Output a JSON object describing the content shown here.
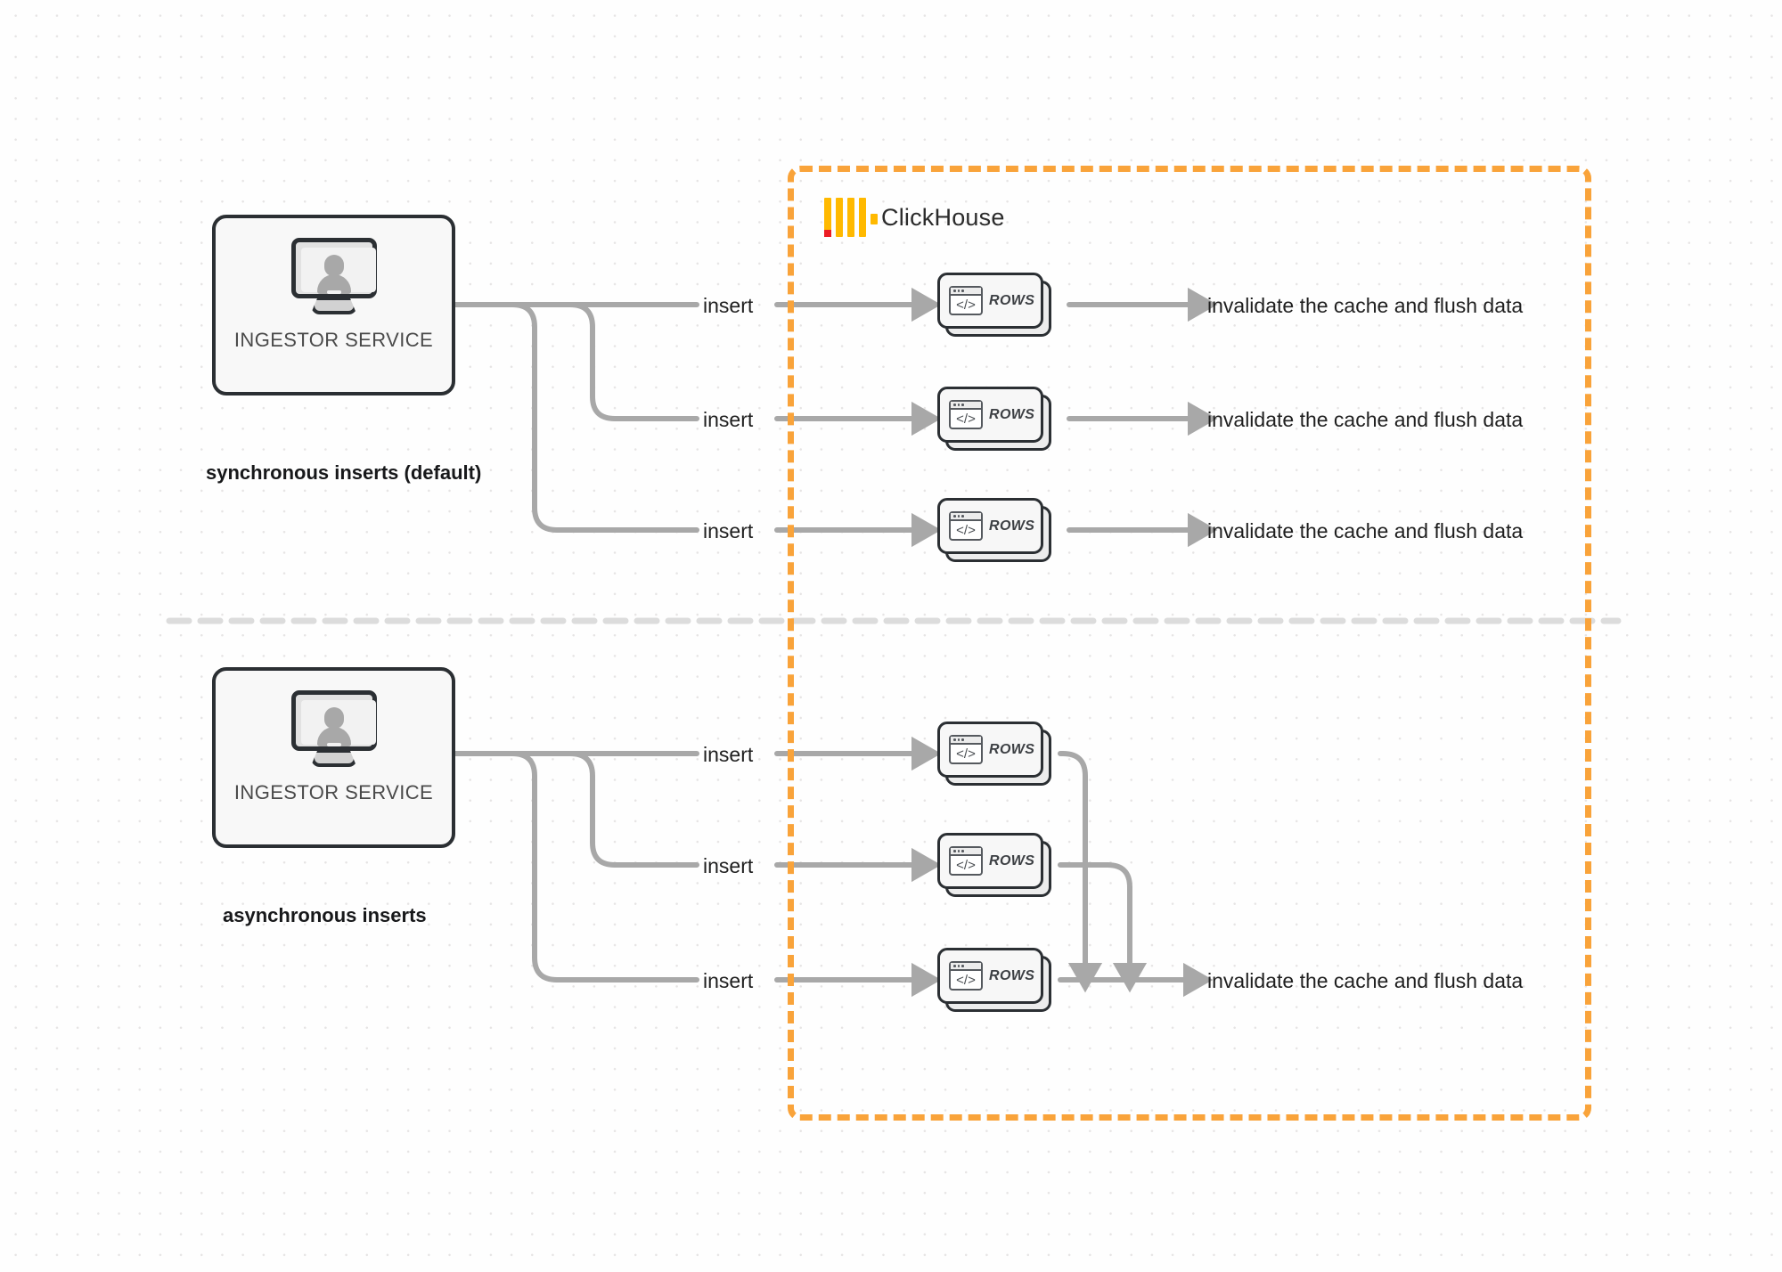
{
  "diagram": {
    "title": "ClickHouse synchronous vs asynchronous inserts",
    "background": {
      "color": "#fefefe",
      "dot_color": "#e6e4e4"
    },
    "divider": {
      "name": "section-divider",
      "style": "dashed",
      "color": "#d9d9d9"
    }
  },
  "boundary": {
    "label": "ClickHouse",
    "border_color": "#f9a33a",
    "logo": {
      "name": "clickhouse-logo",
      "bar_color": "#ffb900",
      "accent_color": "#ec1c24",
      "bars": 4
    }
  },
  "sections": [
    {
      "id": "sync",
      "caption": "synchronous inserts (default)",
      "source": {
        "label": "INGESTOR SERVICE",
        "icon": "monitor-user-icon"
      },
      "edges": [
        {
          "label": "insert"
        },
        {
          "label": "insert"
        },
        {
          "label": "insert"
        }
      ],
      "nodes": [
        {
          "label": "ROWS",
          "icon": "code-window-icon"
        },
        {
          "label": "ROWS",
          "icon": "code-window-icon"
        },
        {
          "label": "ROWS",
          "icon": "code-window-icon"
        }
      ],
      "outputs": [
        {
          "label": "invalidate the cache and flush data"
        },
        {
          "label": "invalidate the cache and flush data"
        },
        {
          "label": "invalidate the cache and flush data"
        }
      ]
    },
    {
      "id": "async",
      "caption": "asynchronous inserts",
      "source": {
        "label": "INGESTOR SERVICE",
        "icon": "monitor-user-icon"
      },
      "edges": [
        {
          "label": "insert"
        },
        {
          "label": "insert"
        },
        {
          "label": "insert"
        }
      ],
      "nodes": [
        {
          "label": "ROWS",
          "icon": "code-window-icon"
        },
        {
          "label": "ROWS",
          "icon": "code-window-icon"
        },
        {
          "label": "ROWS",
          "icon": "code-window-icon"
        }
      ],
      "outputs": [
        {
          "label": "invalidate the cache and flush data"
        }
      ]
    }
  ],
  "colors": {
    "wire": "#a8a8a8",
    "node_border": "#2b2f33",
    "text": "#1f1f1f",
    "muted_text": "#4a4a4a",
    "orange": "#f9a33a"
  }
}
